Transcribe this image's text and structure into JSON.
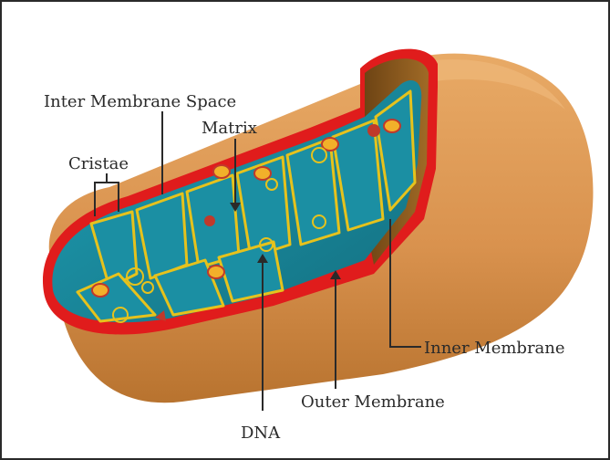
{
  "diagram": {
    "subject": "mitochondrion cross-section",
    "labels": {
      "inter_membrane_space": "Inter Membrane Space",
      "matrix": "Matrix",
      "cristae": "Cristae",
      "inner_membrane": "Inner Membrane",
      "outer_membrane": "Outer Membrane",
      "dna": "DNA"
    },
    "colors": {
      "outer_shell": "#d9924e",
      "outer_shell_dark": "#b8732f",
      "membrane_edge": "#e01c1c",
      "matrix_fill": "#1b8fa3",
      "cristae_outline": "#e6c21c",
      "inner_wall": "#8a5a1e",
      "frame": "#2a2a2a"
    }
  }
}
